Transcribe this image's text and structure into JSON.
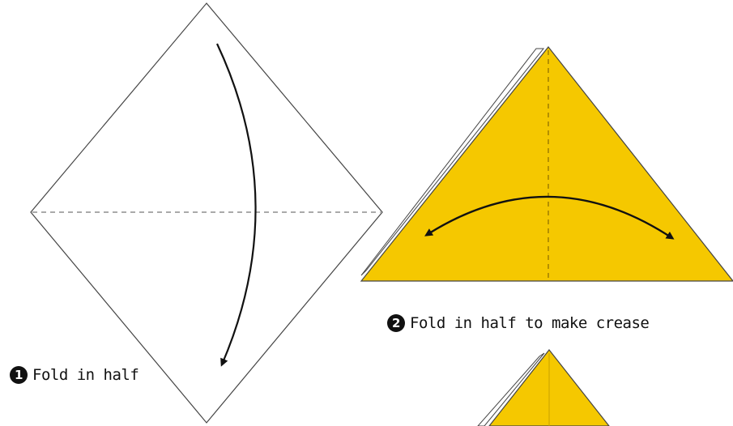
{
  "colors": {
    "paper_front": "#ffffff",
    "paper_back": "#f5c800",
    "outline": "#444444",
    "crease": "#777777",
    "arrow": "#111111"
  },
  "steps": [
    {
      "number": "1",
      "caption": "Fold in half"
    },
    {
      "number": "2",
      "caption": "Fold in half to make crease"
    }
  ]
}
